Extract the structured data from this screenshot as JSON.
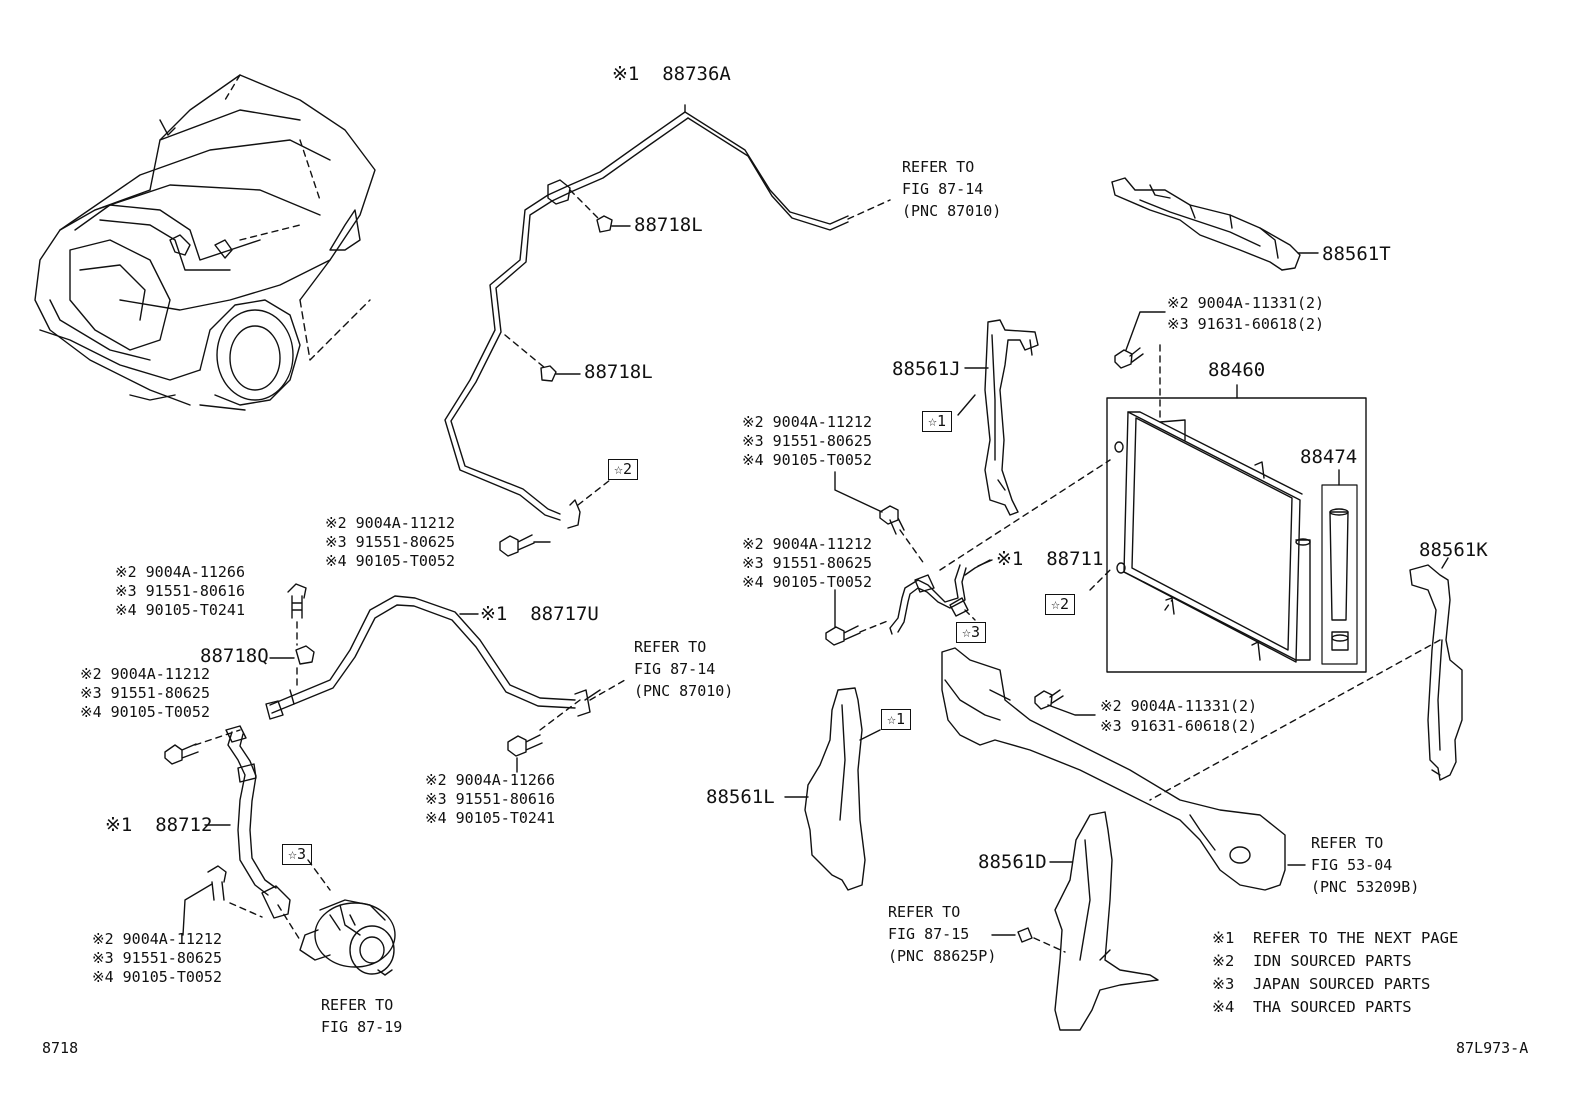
{
  "fig_number": "8718",
  "illustration_code": "87L973-A",
  "callouts": {
    "pipe_88736A": "※1  88736A",
    "clamp_88718L_top": "88718L",
    "clamp_88718L_mid": "88718L",
    "refer_top_1": "REFER TO",
    "refer_top_2": "FIG 87-14",
    "refer_top_3": "(PNC 87010)",
    "star2_pipe": "☆2",
    "bolt_pipe_1": "※2 9004A-11212",
    "bolt_pipe_2": "※3 91551-80625",
    "bolt_pipe_3": "※4 90105-T0052",
    "bolt_left_1": "※2 9004A-11266",
    "bolt_left_2": "※3 91551-80616",
    "bolt_left_3": "※4 90105-T0241",
    "clamp_88718Q": "88718Q",
    "pipe_88717U": "※1  88717U",
    "bolt_hose_1": "※2 9004A-11212",
    "bolt_hose_2": "※3 91551-80625",
    "bolt_hose_3": "※4 90105-T0052",
    "refer_mid_1": "REFER TO",
    "refer_mid_2": "FIG 87-14",
    "refer_mid_3": "(PNC 87010)",
    "bolt_center_1": "※2 9004A-11266",
    "bolt_center_2": "※3 91551-80616",
    "bolt_center_3": "※4 90105-T0241",
    "hose_88712": "※1  88712",
    "star3_left": "☆3",
    "bolt_comp_1": "※2 9004A-11212",
    "bolt_comp_2": "※3 91551-80625",
    "bolt_comp_3": "※4 90105-T0052",
    "refer_comp_1": "REFER TO",
    "refer_comp_2": "FIG 87-19",
    "seal_88561T": "88561T",
    "cond_bolt_1": "※2 9004A-11331(2)",
    "cond_bolt_2": "※3 91631-60618(2)",
    "seal_88561J": "88561J",
    "star1_J": "☆1",
    "condenser_88460": "88460",
    "dryer_88474": "88474",
    "bolt_r1_1": "※2 9004A-11212",
    "bolt_r1_2": "※3 91551-80625",
    "bolt_r1_3": "※4 90105-T0052",
    "bolt_r2_1": "※2 9004A-11212",
    "bolt_r2_2": "※3 91551-80625",
    "bolt_r2_3": "※4 90105-T0052",
    "tube_88711": "※1  88711",
    "star3_right": "☆3",
    "star2_cond": "☆2",
    "seal_88561K": "88561K",
    "cond_bolt_low_1": "※2 9004A-11331(2)",
    "cond_bolt_low_2": "※3 91631-60618(2)",
    "star1_L": "☆1",
    "seal_88561L": "88561L",
    "refer_support_1": "REFER TO",
    "refer_support_2": "FIG 53-04",
    "refer_support_3": "(PNC 53209B)",
    "seal_88561D": "88561D",
    "refer_clip_1": "REFER TO",
    "refer_clip_2": "FIG 87-15",
    "refer_clip_3": "(PNC 88625P)"
  },
  "legend": [
    {
      "mark": "※1",
      "text": "REFER TO THE NEXT PAGE"
    },
    {
      "mark": "※2",
      "text": "IDN SOURCED PARTS"
    },
    {
      "mark": "※3",
      "text": "JAPAN SOURCED PARTS"
    },
    {
      "mark": "※4",
      "text": "THA SOURCED PARTS"
    }
  ]
}
